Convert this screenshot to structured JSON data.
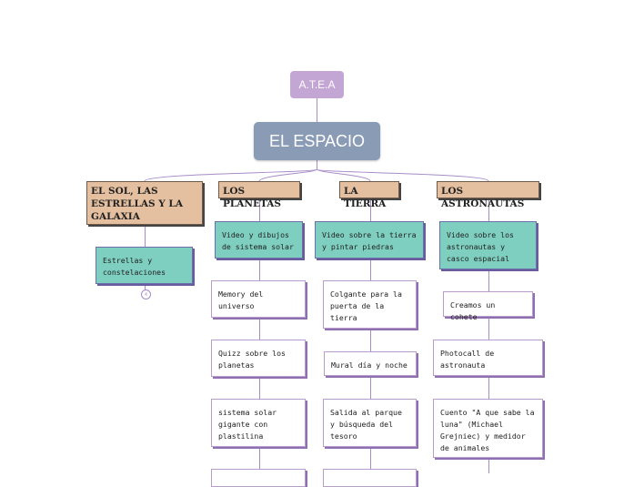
{
  "root": {
    "tag": "A.T.E.A",
    "title": "EL ESPACIO"
  },
  "colors": {
    "tag_bg": "#c3a6d4",
    "root_bg": "#8a9bb5",
    "category_bg": "#e4c0a0",
    "highlight_bg": "#7ecfc0",
    "connector": "#a78cc8"
  },
  "branches": [
    {
      "label": "EL SOL, LAS ESTRELLAS Y LA GALAXIA",
      "children": [
        {
          "label": "Estrellas y constelaciones",
          "style": "teal"
        }
      ],
      "collapsed_count": "4"
    },
    {
      "label": "LOS PLANETAS",
      "children": [
        {
          "label": "Video y dibujos de sistema solar",
          "style": "teal"
        },
        {
          "label": "Memory del universo",
          "style": "white"
        },
        {
          "label": "Quizz sobre los planetas",
          "style": "white"
        },
        {
          "label": "sistema solar gigante con plastilina",
          "style": "white"
        }
      ]
    },
    {
      "label": "LA TIERRA",
      "children": [
        {
          "label": "Video sobre la tierra y pintar piedras",
          "style": "teal"
        },
        {
          "label": "Colgante para la puerta de la tierra",
          "style": "white"
        },
        {
          "label": "Mural día y noche",
          "style": "white"
        },
        {
          "label": "Salida al parque y búsqueda del tesoro",
          "style": "white"
        }
      ]
    },
    {
      "label": "LOS ASTRONAUTAS",
      "children": [
        {
          "label": "Video sobre los astronautas y casco espacial",
          "style": "teal"
        },
        {
          "label": "Creamos un cohete",
          "style": "white"
        },
        {
          "label": "Photocall de astronauta",
          "style": "white"
        },
        {
          "label": "Cuento \"A que sabe la luna\" (Michael Grejniec) y medidor de animales",
          "style": "white"
        }
      ]
    }
  ]
}
